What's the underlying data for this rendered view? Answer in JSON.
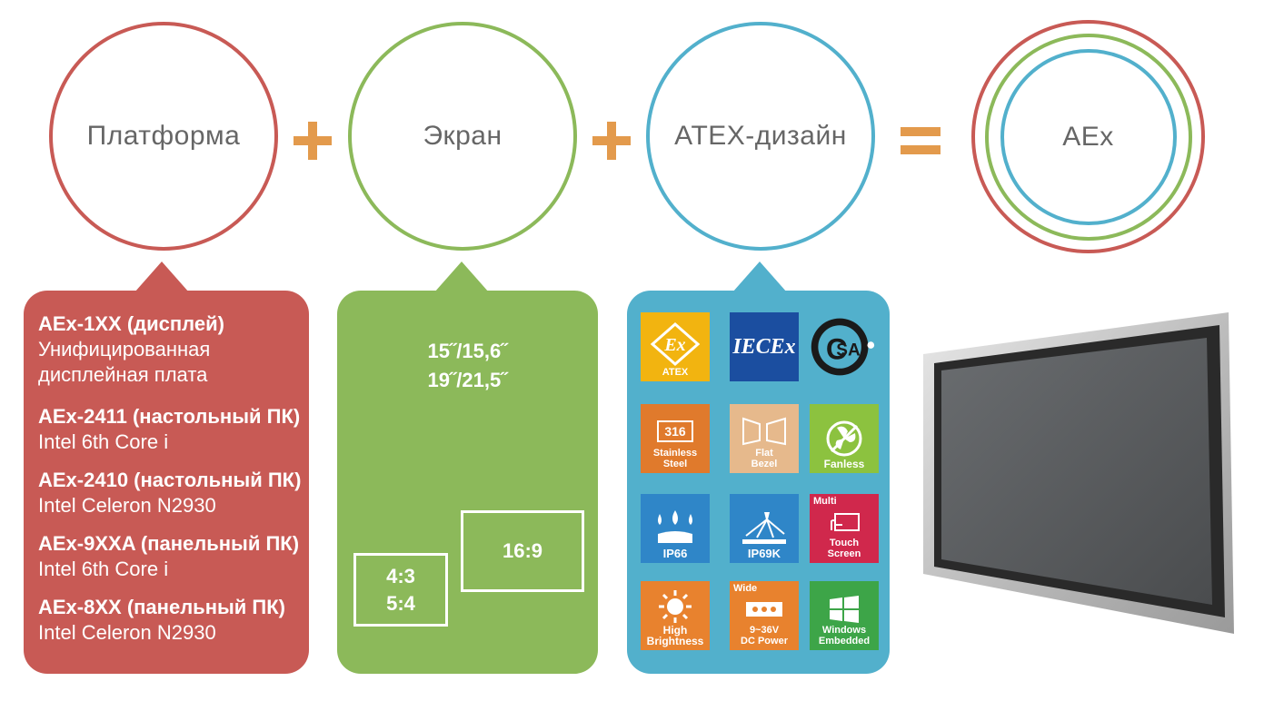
{
  "equation": {
    "circles": [
      {
        "label": "Платформа",
        "color": "#c85a55"
      },
      {
        "label": "Экран",
        "color": "#8cb95a"
      },
      {
        "label": "ATEX-дизайн",
        "color": "#52b0cc"
      },
      {
        "label": "AEx",
        "colors": [
          "#c85a55",
          "#8cb95a",
          "#52b0cc"
        ]
      }
    ],
    "operator_color": "#e39a4c"
  },
  "platform_panel": {
    "items": [
      {
        "title": "AEx-1XX (дисплей)",
        "lines": [
          "Унифицированная",
          "дисплейная плата"
        ]
      },
      {
        "title": "AEx-2411 (настольный ПК)",
        "lines": [
          "Intel 6th Core i"
        ]
      },
      {
        "title": "AEx-2410 (настольный ПК)",
        "lines": [
          "Intel Celeron N2930"
        ]
      },
      {
        "title": "AEx-9XXA (панельный ПК)",
        "lines": [
          "Intel 6th Core i"
        ]
      },
      {
        "title": "AEx-8XX (панельный ПК)",
        "lines": [
          "Intel Celeron N2930"
        ]
      }
    ]
  },
  "screen_panel": {
    "sizes": [
      "15˝/15,6˝",
      "19˝/21,5˝"
    ],
    "ratio_small": [
      "4:3",
      "5:4"
    ],
    "ratio_wide": "16:9"
  },
  "atex_panel": {
    "tiles": [
      {
        "icon": "atex-ex-icon",
        "label": "ATEX",
        "bg": "#f2b410"
      },
      {
        "icon": "iecex-logo-icon",
        "label": "IECEx",
        "bg": "#1b4ea0"
      },
      {
        "icon": "csa-logo-icon",
        "label": "SA",
        "bg": "#ffffff"
      },
      {
        "icon": "stainless-steel-icon",
        "label1": "316",
        "label2": "Stainless",
        "label3": "Steel",
        "bg": "#e07a2c"
      },
      {
        "icon": "flat-bezel-icon",
        "label1": "Flat",
        "label2": "Bezel",
        "bg": "#e6b98c"
      },
      {
        "icon": "fan-icon",
        "label": "Fanless",
        "bg": "#8cc23f"
      },
      {
        "icon": "water-drops-icon",
        "label": "IP66",
        "bg": "#2f86c8"
      },
      {
        "icon": "water-jet-icon",
        "label": "IP69K",
        "bg": "#2f86c8"
      },
      {
        "icon": "touch-screen-icon",
        "label1": "Multi",
        "label2": "Touch",
        "label3": "Screen",
        "bg": "#d0284c"
      },
      {
        "icon": "sun-icon",
        "label1": "High",
        "label2": "Brightness",
        "bg": "#e8822e"
      },
      {
        "icon": "dc-connector-icon",
        "label1": "Wide",
        "label2": "9~36V",
        "label3": "DC Power",
        "bg": "#e8822e"
      },
      {
        "icon": "windows-logo-icon",
        "label1": "Windows",
        "label2": "Embedded",
        "bg": "#3da548"
      }
    ]
  }
}
